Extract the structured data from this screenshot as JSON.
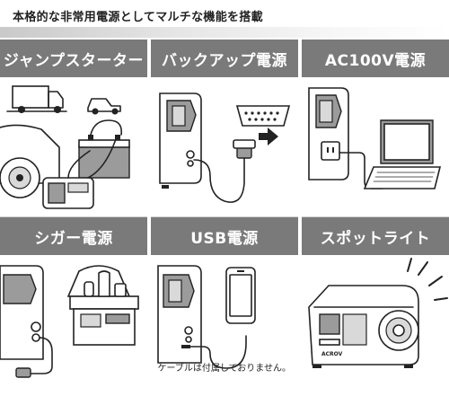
{
  "heading": "本格的な非常用電源としてマルチな機能を搭載",
  "panels": [
    {
      "label": "ジャンプスターター",
      "icon": "jump-starter-illustration"
    },
    {
      "label": "バックアップ電源",
      "icon": "backup-power-illustration"
    },
    {
      "label": "AC100V電源",
      "icon": "ac100v-laptop-illustration"
    },
    {
      "label": "シガー電源",
      "icon": "cigarette-socket-cooler-illustration"
    },
    {
      "label": "USB電源",
      "icon": "usb-smartphone-illustration"
    },
    {
      "label": "スポットライト",
      "icon": "spotlight-illustration"
    }
  ],
  "usb_note": "ケーブルは付属しておりません。",
  "device_logo": "ACROV",
  "colors": {
    "header_bar": "#7a7a7a",
    "rule": "#c9c9c9",
    "line": "#222222"
  }
}
